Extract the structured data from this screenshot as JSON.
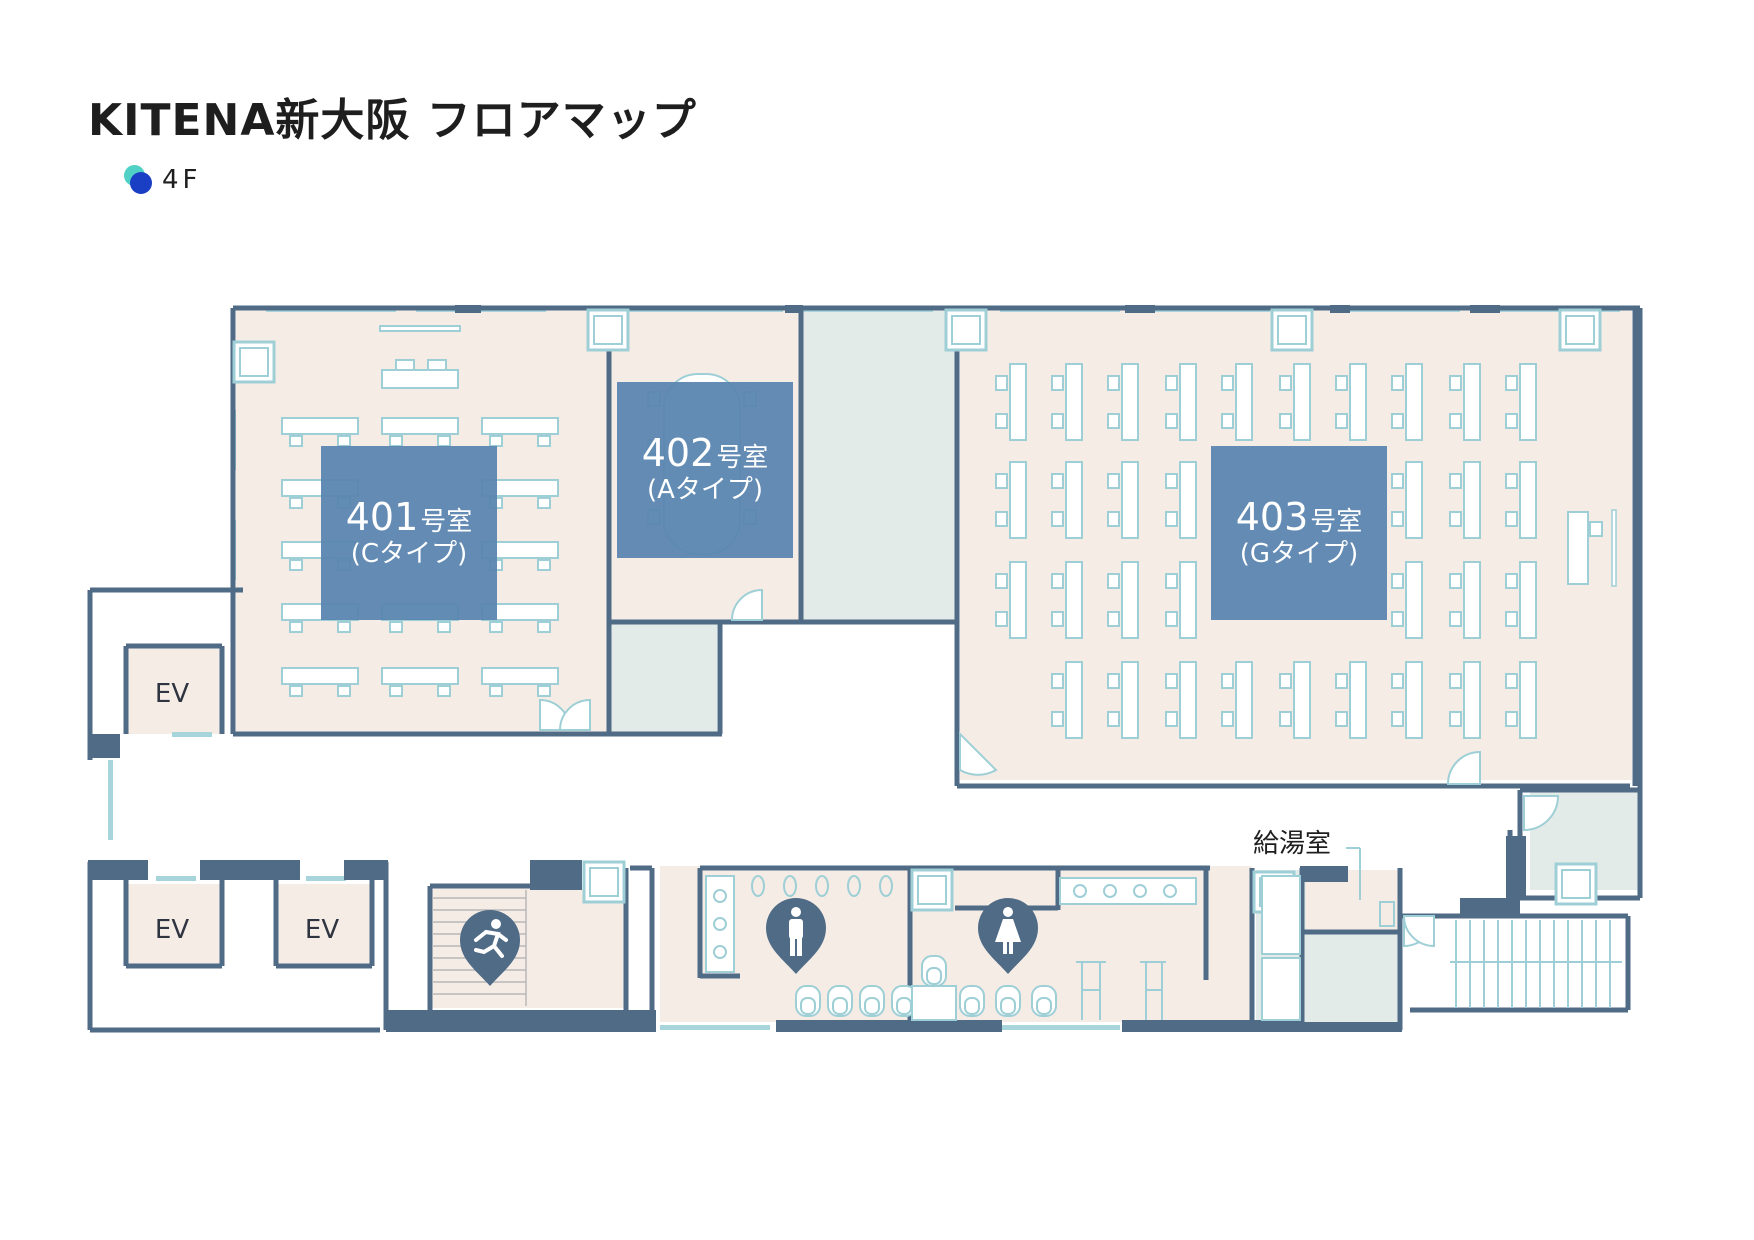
{
  "page": {
    "title": "KITENA新大阪 フロアマップ",
    "floor": "4F"
  },
  "rooms": {
    "r401": {
      "number": "401",
      "suffix": "号室",
      "type": "(Cタイプ)"
    },
    "r402": {
      "number": "402",
      "suffix": "号室",
      "type": "(Aタイプ)"
    },
    "r403": {
      "number": "403",
      "suffix": "号室",
      "type": "(Gタイプ)"
    }
  },
  "labels": {
    "ev1": "EV",
    "ev2": "EV",
    "ev3": "EV",
    "kitchen": "給湯室"
  },
  "icons": {
    "emergency_exit": "emergency-exit-icon",
    "mens_restroom": "mens-restroom-icon",
    "womens_restroom": "womens-restroom-icon",
    "floor_marker": "floor-marker-icon"
  },
  "colors": {
    "wall": "#4f6b86",
    "room_floor": "#f5ece6",
    "utility_floor": "#e3ebe8",
    "window": "#a8d5dc",
    "room_label_bg": "#5b86b0",
    "room_label_text": "#ffffff"
  }
}
